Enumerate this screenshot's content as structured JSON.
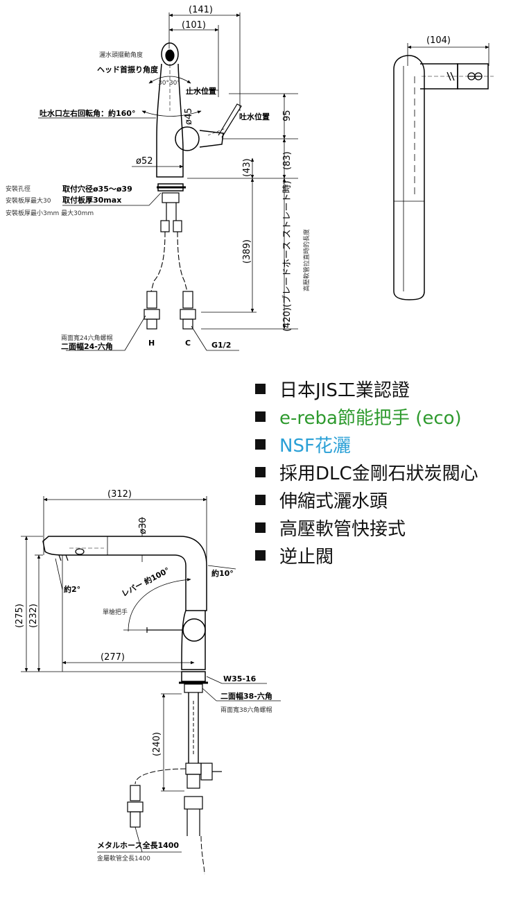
{
  "colors": {
    "text": "#111111",
    "green": "#2e9a2e",
    "blue": "#2aa0d6",
    "line": "#000000"
  },
  "top_drawing": {
    "dim_141": "(141)",
    "dim_101": "(101)",
    "cn_head_angle": "灑水頭擺動角度",
    "jp_head_angle": "ヘッド首振り角度",
    "angle_30": "30°30°",
    "stop_pos": "止水位置",
    "spout_rotation": "吐水口左右回転角：約160°",
    "dia45": "ø45",
    "water_pos": "吐水位置",
    "dim_95": "95",
    "dim_83": "(83)",
    "dim_43": "(43)",
    "dia52": "ø52",
    "cn_hole": "安裝孔徑",
    "jp_hole": "取付穴径ø35～ø39",
    "cn_plate": "安裝板厚最大30",
    "jp_plate": "取付板厚30max",
    "cn_plate_min": "安裝板厚最小3mm 最大30mm",
    "dim_389": "(389)",
    "dim_420": "(420)(ブレードホース ストレート時)",
    "cn_hose_len": "高壓軟管拉直時的長度",
    "cn_hex24": "兩面寬24六角螺帽",
    "jp_hex24": "二面幅24-六角",
    "label_h": "H",
    "label_c": "C",
    "g12": "G1/2"
  },
  "side_drawing": {
    "dim_104": "(104)"
  },
  "features": [
    {
      "text": "日本JIS工業認證",
      "color": "#111111"
    },
    {
      "text": "e-reba節能把手 (eco)",
      "color": "#2e9a2e"
    },
    {
      "text": "NSF花灑",
      "color": "#2aa0d6"
    },
    {
      "text": "採用DLC金剛石狀炭閥心",
      "color": "#111111"
    },
    {
      "text": "伸縮式灑水頭",
      "color": "#111111"
    },
    {
      "text": "高壓軟管快接式",
      "color": "#111111"
    },
    {
      "text": "逆止閥",
      "color": "#111111"
    }
  ],
  "bottom_drawing": {
    "dim_312": "(312)",
    "dia30": "ø30",
    "lever_100": "レバー 約100°",
    "approx_10": "約10°",
    "approx_2": "約2°",
    "cn_lever": "單槍把手",
    "dim_275": "(275)",
    "dim_232": "(232)",
    "dim_277": "(277)",
    "w35": "W35-16",
    "jp_hex38": "二面幅38-六角",
    "cn_hex38": "兩面寬38六角螺帽",
    "dim_240": "(240)",
    "jp_metal_hose": "メタルホース全長1400",
    "cn_metal_hose": "金屬軟管全長1400"
  }
}
